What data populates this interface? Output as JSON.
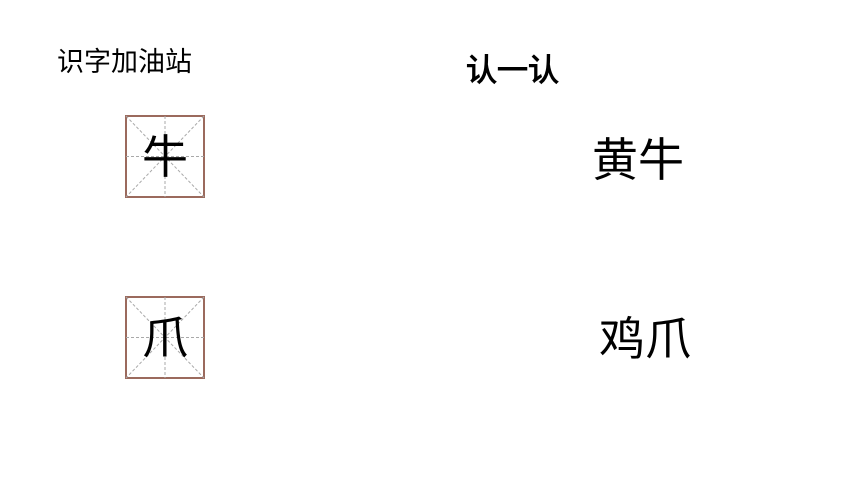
{
  "header": {
    "section_title": "识字加油站",
    "activity_title": "认一认"
  },
  "characters": [
    {
      "char": "牛",
      "word": "黄牛"
    },
    {
      "char": "爪",
      "word": "鸡爪"
    }
  ],
  "colors": {
    "grid_border": "#9b6a5d",
    "grid_guide": "#a9a9a9",
    "text": "#000000"
  }
}
